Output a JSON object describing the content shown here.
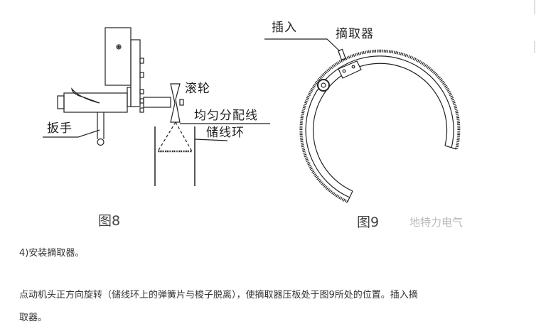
{
  "figure8": {
    "labels": {
      "roller": "滚轮",
      "distribute_line": "均匀分配线",
      "storage_ring": "储线环",
      "wrench": "扳手"
    },
    "caption": "图8"
  },
  "figure9": {
    "labels": {
      "insert": "插入",
      "extractor": "摘取器"
    },
    "caption": "图9",
    "watermark": "地特力电气"
  },
  "body": {
    "step_heading": "4)安装摘取器。",
    "paragraph_line1": "点动机头正方向旋转（储线环上的弹簧片与梭子脱离），使摘取器压板处于图9所处的位置。插入摘",
    "paragraph_line2": "取器。"
  }
}
